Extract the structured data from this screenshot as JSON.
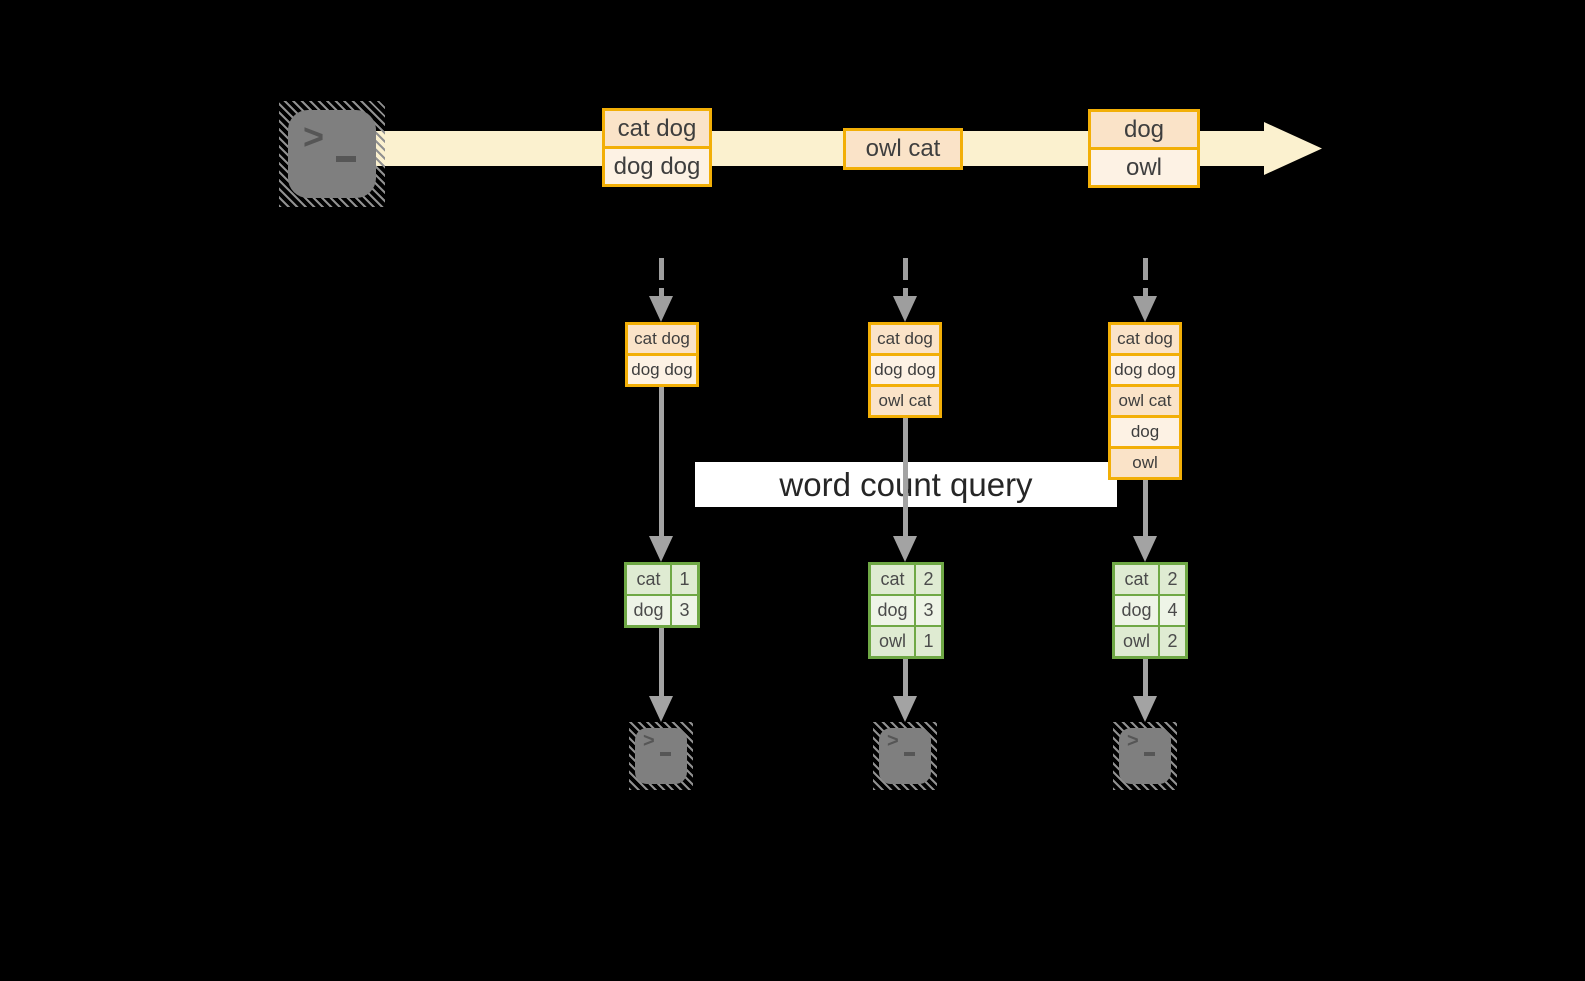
{
  "palette": {
    "background": "#000000",
    "stream_fill": "#FBF1CF",
    "record_border": "#F2AF07",
    "record_fill_dark": "#FAE3C8",
    "record_fill_light": "#FDF2E4",
    "table_border": "#6FA845",
    "table_fill_dark": "#DFEBD2",
    "table_fill_light": "#EEF4E7",
    "arrow_gray": "#A3A3A3",
    "terminal_gray": "#7F7F7F",
    "banner_bg": "#FFFFFF"
  },
  "stream": {
    "batches": [
      {
        "lines": [
          "cat dog",
          "dog dog"
        ]
      },
      {
        "lines": [
          "owl cat"
        ]
      },
      {
        "lines": [
          "dog",
          "owl"
        ]
      }
    ]
  },
  "query": {
    "label": "word count query"
  },
  "columns": [
    {
      "state": [
        "cat dog",
        "dog dog"
      ],
      "counts": [
        {
          "word": "cat",
          "count": "1"
        },
        {
          "word": "dog",
          "count": "3"
        }
      ]
    },
    {
      "state": [
        "cat dog",
        "dog dog",
        "owl cat"
      ],
      "counts": [
        {
          "word": "cat",
          "count": "2"
        },
        {
          "word": "dog",
          "count": "3"
        },
        {
          "word": "owl",
          "count": "1"
        }
      ]
    },
    {
      "state": [
        "cat dog",
        "dog dog",
        "owl cat",
        "dog",
        "owl"
      ],
      "counts": [
        {
          "word": "cat",
          "count": "2"
        },
        {
          "word": "dog",
          "count": "4"
        },
        {
          "word": "owl",
          "count": "2"
        }
      ]
    }
  ],
  "icons": {
    "source_terminal": "terminal-prompt-icon",
    "sink_terminal": "terminal-prompt-icon",
    "stream_arrow": "right-arrow-icon"
  }
}
